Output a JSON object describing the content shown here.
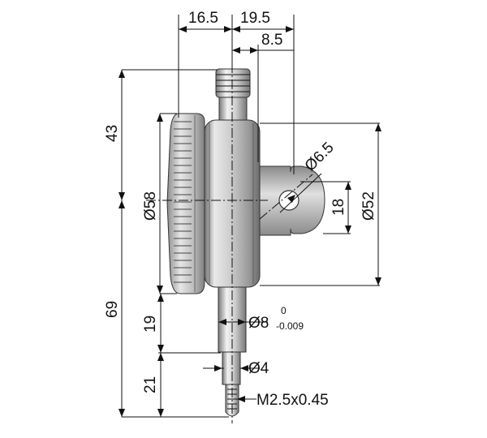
{
  "dimensions": {
    "top_left_offset": "16.5",
    "top_right_offset": "19.5",
    "spindle_offset": "8.5",
    "upper_height": "43",
    "lower_height": "69",
    "stem_length": "19",
    "tip_length": "21",
    "bezel_diameter": "Ø58",
    "case_diameter": "Ø52",
    "lug_hole": "Ø6.5",
    "lug_height": "18",
    "stem_diameter": "Ø8",
    "stem_tol_upper": "0",
    "stem_tol_lower": "-0.009",
    "tip_diameter": "Ø4",
    "thread": "M2.5x0.45"
  }
}
